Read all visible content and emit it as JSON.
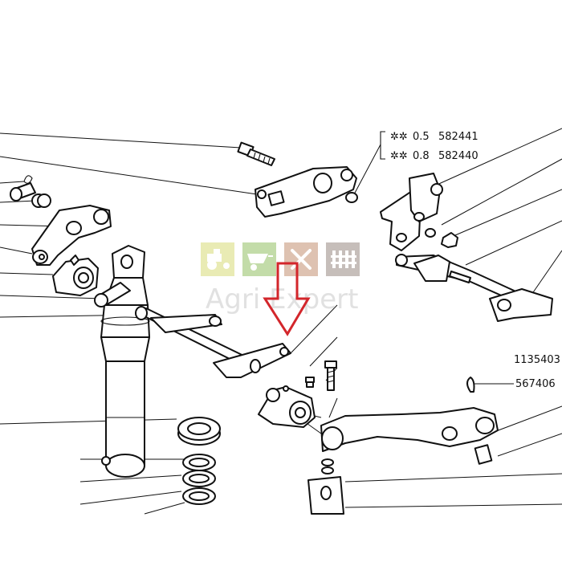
{
  "callouts": {
    "option_a": {
      "marker": "✲✲",
      "size": "0.5",
      "ref": "582441"
    },
    "option_b": {
      "marker": "✲✲",
      "size": "0.8",
      "ref": "582440"
    },
    "ref_right_1": "1135403",
    "ref_right_2": "567406"
  },
  "watermark": {
    "text": "Agri Expert",
    "tile_colors": [
      "#e6e8a8",
      "#b9d79b",
      "#d9b8a4",
      "#bdb3ae"
    ],
    "tile_icons": [
      "tractor-icon",
      "wheelbarrow-icon",
      "tools-icon",
      "fence-icon"
    ]
  },
  "arrow": {
    "color": "#d3262b"
  }
}
